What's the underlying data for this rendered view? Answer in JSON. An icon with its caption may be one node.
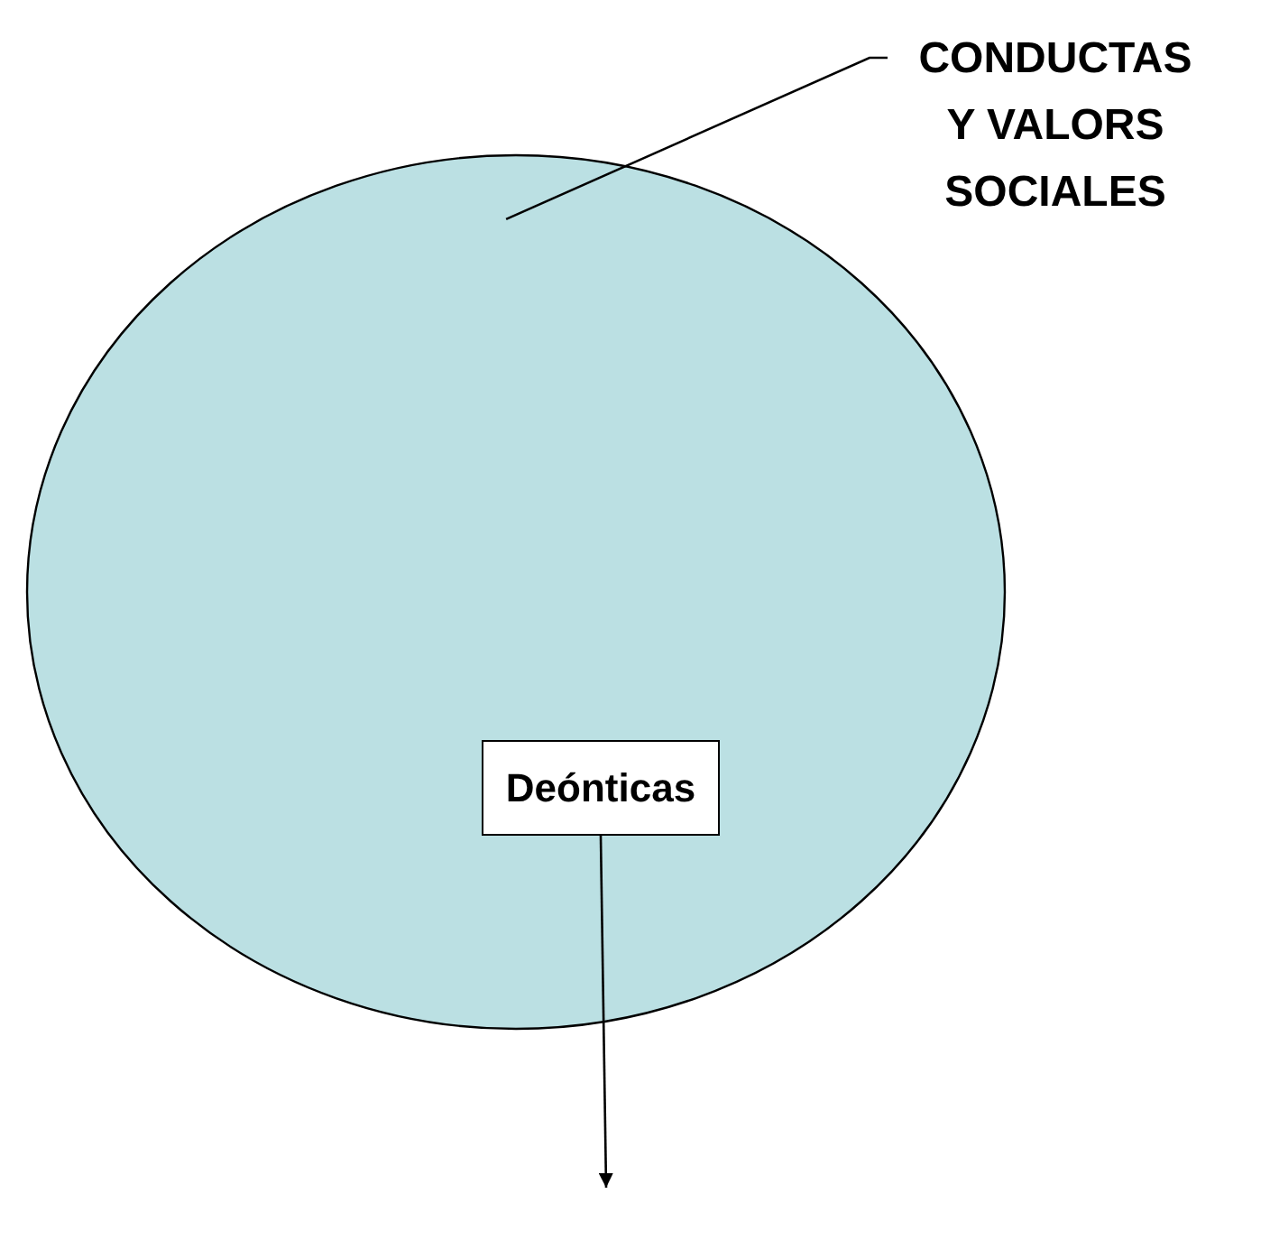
{
  "diagram": {
    "nodes": [
      {
        "text": [
          "CONDUCTAS Y VALORS SOCIALES"
        ]
      },
      {
        "text": [],
        "shape": "circle"
      },
      {
        "text": [
          "Deónticas"
        ],
        "in": 1
      }
    ],
    "edges": [
      {
        "from": 0,
        "to": 1,
        "arrow": "none"
      },
      {
        "from": 2,
        "to": null,
        "arrow": "to"
      }
    ]
  }
}
